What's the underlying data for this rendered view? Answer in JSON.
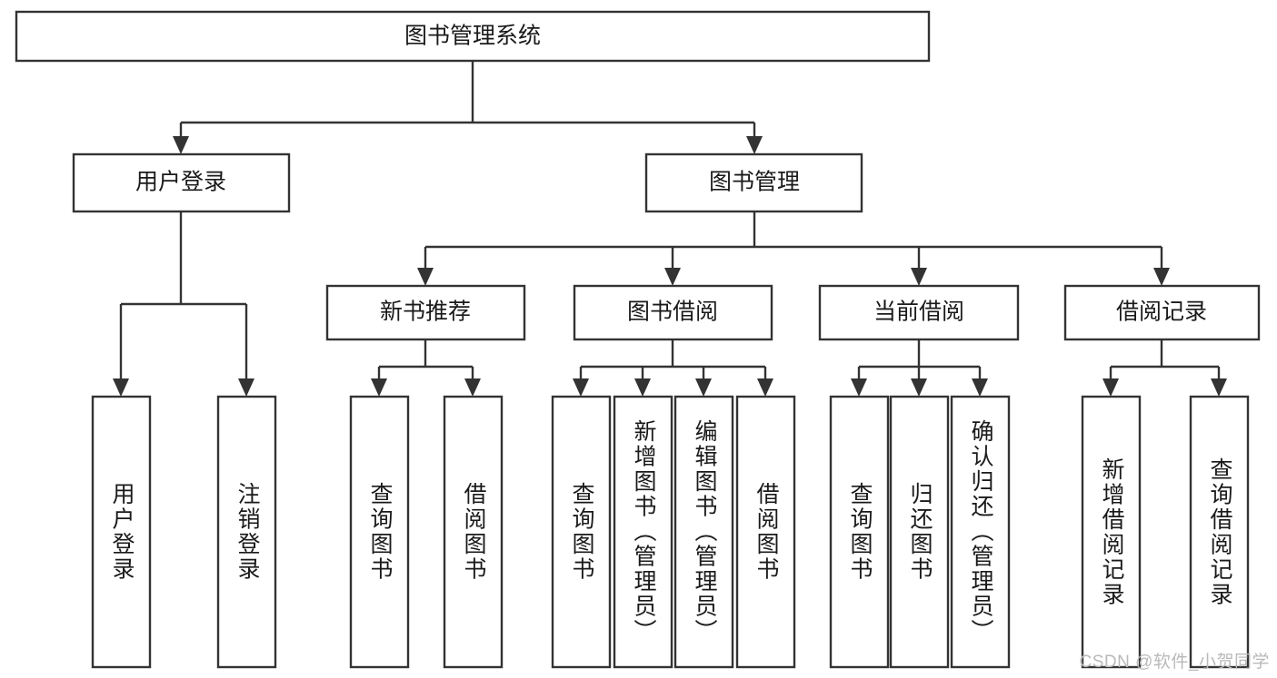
{
  "diagram": {
    "title": "图书管理系统",
    "watermark": "CSDN @软件_小贺同学",
    "colors": {
      "stroke": "#333333",
      "fill": "#ffffff",
      "text": "#1a1a1a",
      "watermark": "#b9b9b9"
    },
    "root": {
      "label": "图书管理系统"
    },
    "level2": [
      {
        "label": "用户登录"
      },
      {
        "label": "图书管理"
      }
    ],
    "level3": [
      {
        "label": "新书推荐"
      },
      {
        "label": "图书借阅"
      },
      {
        "label": "当前借阅"
      },
      {
        "label": "借阅记录"
      }
    ],
    "leaves": {
      "user_login": [
        {
          "label": "用户登录"
        },
        {
          "label": "注销登录"
        }
      ],
      "new_book_recommend": [
        {
          "label": "查询图书"
        },
        {
          "label": "借阅图书"
        }
      ],
      "book_borrow": [
        {
          "label": "查询图书"
        },
        {
          "label": "新增图书（管理员）"
        },
        {
          "label": "编辑图书（管理员）"
        },
        {
          "label": "借阅图书"
        }
      ],
      "current_borrow": [
        {
          "label": "查询图书"
        },
        {
          "label": "归还图书"
        },
        {
          "label": "确认归还（管理员）"
        }
      ],
      "borrow_record": [
        {
          "label": "新增借阅记录"
        },
        {
          "label": "查询借阅记录"
        }
      ]
    }
  },
  "chart_data": {
    "type": "diagram",
    "title": "图书管理系统",
    "structure": "tree",
    "nodes": [
      {
        "id": "root",
        "label": "图书管理系统",
        "level": 1,
        "parent": null
      },
      {
        "id": "n-user-login",
        "label": "用户登录",
        "level": 2,
        "parent": "root"
      },
      {
        "id": "n-book-mgmt",
        "label": "图书管理",
        "level": 2,
        "parent": "root"
      },
      {
        "id": "n-new-book",
        "label": "新书推荐",
        "level": 3,
        "parent": "n-book-mgmt"
      },
      {
        "id": "n-book-borrow",
        "label": "图书借阅",
        "level": 3,
        "parent": "n-book-mgmt"
      },
      {
        "id": "n-cur-borrow",
        "label": "当前借阅",
        "level": 3,
        "parent": "n-book-mgmt"
      },
      {
        "id": "n-borrow-rec",
        "label": "借阅记录",
        "level": 3,
        "parent": "n-book-mgmt"
      },
      {
        "id": "l-user-login",
        "label": "用户登录",
        "level": 4,
        "parent": "n-user-login"
      },
      {
        "id": "l-logout",
        "label": "注销登录",
        "level": 4,
        "parent": "n-user-login"
      },
      {
        "id": "l-nb-query",
        "label": "查询图书",
        "level": 4,
        "parent": "n-new-book"
      },
      {
        "id": "l-nb-borrow",
        "label": "借阅图书",
        "level": 4,
        "parent": "n-new-book"
      },
      {
        "id": "l-bb-query",
        "label": "查询图书",
        "level": 4,
        "parent": "n-book-borrow"
      },
      {
        "id": "l-bb-add",
        "label": "新增图书（管理员）",
        "level": 4,
        "parent": "n-book-borrow"
      },
      {
        "id": "l-bb-edit",
        "label": "编辑图书（管理员）",
        "level": 4,
        "parent": "n-book-borrow"
      },
      {
        "id": "l-bb-borrow",
        "label": "借阅图书",
        "level": 4,
        "parent": "n-book-borrow"
      },
      {
        "id": "l-cb-query",
        "label": "查询图书",
        "level": 4,
        "parent": "n-cur-borrow"
      },
      {
        "id": "l-cb-return",
        "label": "归还图书",
        "level": 4,
        "parent": "n-cur-borrow"
      },
      {
        "id": "l-cb-confirm",
        "label": "确认归还（管理员）",
        "level": 4,
        "parent": "n-cur-borrow"
      },
      {
        "id": "l-br-add",
        "label": "新增借阅记录",
        "level": 4,
        "parent": "n-borrow-rec"
      },
      {
        "id": "l-br-query",
        "label": "查询借阅记录",
        "level": 4,
        "parent": "n-borrow-rec"
      }
    ]
  }
}
